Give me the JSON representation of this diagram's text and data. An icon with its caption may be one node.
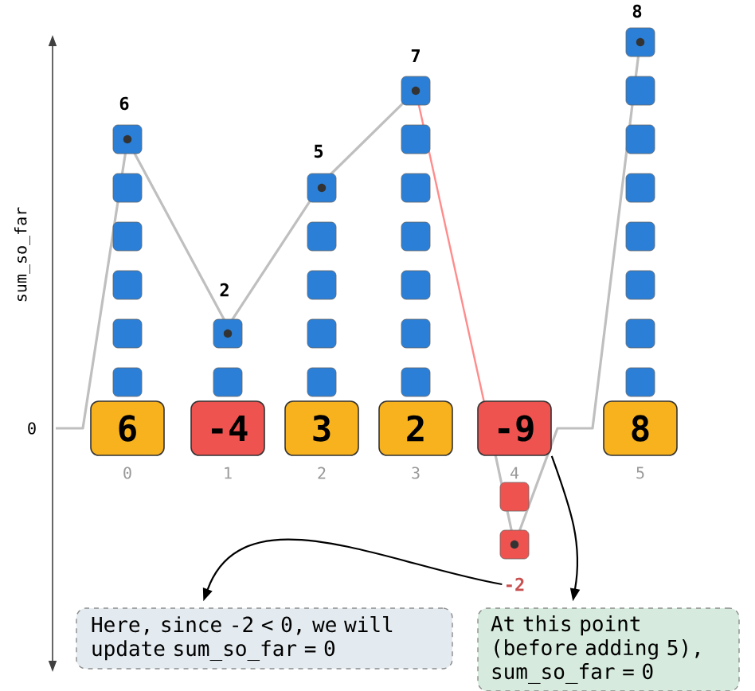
{
  "diagram": {
    "nodes": [
      {
        "text": [
          "6"
        ],
        "beside": [
          "0"
        ]
      },
      {
        "text": [
          "-4"
        ],
        "beside": [
          "1"
        ]
      },
      {
        "text": [
          "3"
        ],
        "beside": [
          "2"
        ]
      },
      {
        "text": [
          "2"
        ],
        "beside": [
          "3"
        ]
      },
      {
        "text": [
          "-9"
        ],
        "beside": [
          "4"
        ]
      },
      {
        "text": [
          "8"
        ],
        "beside": [
          "5"
        ]
      },
      {
        "text": [
          "-2"
        ]
      },
      {
        "text": [
          "Here, since -2 < 0, we will update sum_so_far = 0"
        ]
      },
      {
        "text": [
          "At this point (before adding 5), sum_so_far = 0"
        ]
      }
    ],
    "edges": [
      {
        "from": 6,
        "to": 7,
        "arrow": "to"
      },
      {
        "from": 4,
        "to": 8,
        "arrow": "to"
      }
    ],
    "labels": [
      "sum_so_far",
      "0",
      "6",
      "2",
      "5",
      "7",
      "8"
    ]
  }
}
